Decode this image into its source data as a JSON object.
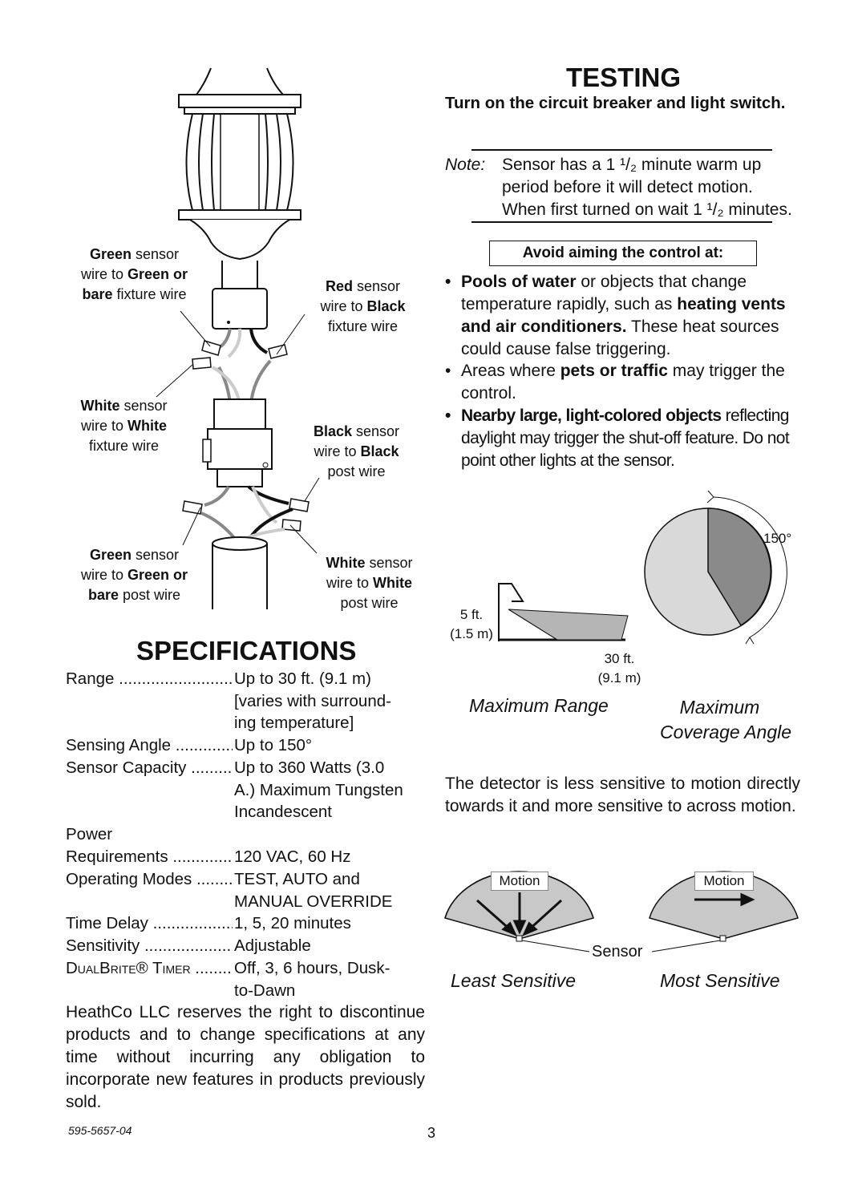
{
  "testing": {
    "title": "TESTING",
    "instruction": "Turn on the circuit breaker and light switch.",
    "note_label": "Note:",
    "note_text": "Sensor has a 1 ¹/₂ minute warm up period before it will detect motion. When first turned on wait 1 ¹/₂ minutes.",
    "avoid_heading": "Avoid aiming the control at:",
    "bullets": [
      {
        "bold": "Pools of water",
        "rest": " or objects that change temperature rapidly, such as ",
        "bold2": "heating vents and air conditioners.",
        "rest2": " These heat sources could cause false triggering."
      },
      {
        "pre": "Areas where ",
        "bold": "pets or traffic",
        "rest": " may trigger the control."
      },
      {
        "bold": "Nearby large, light-colored objects",
        "rest": " reflecting daylight may trigger the shut-off feature. Do not point other lights at the sensor."
      }
    ]
  },
  "range_diagram": {
    "near_label_1": "5 ft.",
    "near_label_2": "(1.5 m)",
    "far_label_1": "30 ft.",
    "far_label_2": "(9.1 m)",
    "angle_label": "150°",
    "caption_range": "Maximum Range",
    "caption_angle_1": "Maximum",
    "caption_angle_2": "Coverage Angle"
  },
  "sensitivity": {
    "text": "The detector is less sensitive to motion directly towards it and more sensitive to across motion.",
    "motion_label_left": "Motion",
    "motion_label_right": "Motion",
    "sensor_label": "Sensor",
    "caption_least": "Least Sensitive",
    "caption_most": "Most Sensitive"
  },
  "wiring": {
    "green_fixture": [
      "Green sensor",
      "wire to Green or",
      "bare fixture wire"
    ],
    "red_fixture": [
      "Red sensor",
      "wire to Black",
      "fixture wire"
    ],
    "white_fixture": [
      "White sensor",
      "wire to White",
      "fixture wire"
    ],
    "black_post": [
      "Black sensor",
      "wire to Black",
      "post wire"
    ],
    "green_post": [
      "Green sensor",
      "wire to Green or",
      "bare post wire"
    ],
    "white_post": [
      "White sensor",
      "wire to White",
      "post wire"
    ]
  },
  "specifications": {
    "title": "SPECIFICATIONS",
    "rows": [
      {
        "key": "Range",
        "value": "Up to 30 ft. (9.1 m)\n[varies with surround-\ning temperature]"
      },
      {
        "key": "Sensing Angle",
        "value": "Up to 150°"
      },
      {
        "key": "Sensor Capacity",
        "value": "Up to 360 Watts (3.0\nA.) Maximum Tungsten\nIncandescent"
      },
      {
        "key": "Power",
        "value": ""
      },
      {
        "key": "Requirements",
        "value": "120 VAC, 60 Hz"
      },
      {
        "key": "Operating Modes",
        "value": "TEST, AUTO and\nMANUAL OVERRIDE"
      },
      {
        "key": "Time Delay",
        "value": "1, 5, 20 minutes"
      },
      {
        "key": "Sensitivity",
        "value": "Adjustable"
      },
      {
        "key": "DualBrite® Timer",
        "value": "Off, 3, 6 hours, Dusk-\nto-Dawn"
      }
    ],
    "disclaimer": "HeathCo LLC reserves the right to discontinue products and to change specifications at any time without incurring any obligation to incorporate new features in products previously sold."
  },
  "footer": {
    "part_number": "595-5657-04",
    "page": "3"
  }
}
